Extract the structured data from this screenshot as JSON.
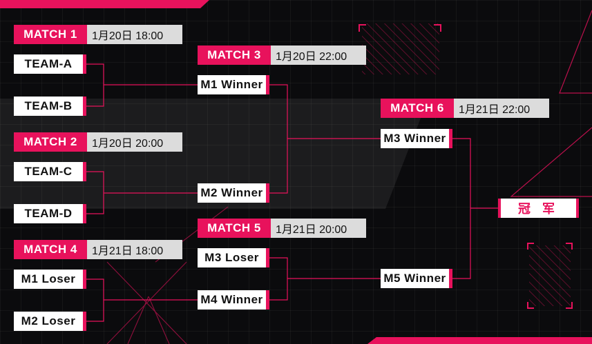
{
  "colors": {
    "accent": "#e8125c",
    "header_time_bg": "#dcdcdc",
    "background": "#0b0b0d"
  },
  "matches": [
    {
      "label": "MATCH 1",
      "time": "1月20日 18:00",
      "slots": [
        "TEAM-A",
        "TEAM-B"
      ]
    },
    {
      "label": "MATCH 2",
      "time": "1月20日 20:00",
      "slots": [
        "TEAM-C",
        "TEAM-D"
      ]
    },
    {
      "label": "MATCH 3",
      "time": "1月20日 22:00",
      "slots": [
        "M1 Winner",
        "M2 Winner"
      ]
    },
    {
      "label": "MATCH 4",
      "time": "1月21日 18:00",
      "slots": [
        "M1 Loser",
        "M2 Loser"
      ]
    },
    {
      "label": "MATCH 5",
      "time": "1月21日 20:00",
      "slots": [
        "M3 Loser",
        "M4 Winner"
      ]
    },
    {
      "label": "MATCH 6",
      "time": "1月21日 22:00",
      "slots": [
        "M3 Winner",
        "M5 Winner"
      ]
    }
  ],
  "champion": "冠 军"
}
